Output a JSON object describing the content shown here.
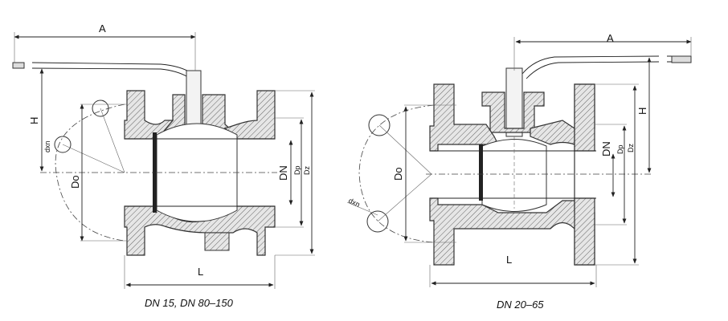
{
  "left_view": {
    "caption": "DN 15, DN 80–150",
    "labels": {
      "A": "A",
      "H": "H",
      "Do": "Do",
      "dxn": "dxn",
      "DN": "DN",
      "Dp": "Dp",
      "Dz": "Dz",
      "L": "L"
    }
  },
  "right_view": {
    "caption": "DN 20–65",
    "labels": {
      "A": "A",
      "H": "H",
      "Do": "Do",
      "dxn": "dxn",
      "DN": "DN",
      "Dp": "Dp",
      "Dz": "Dz",
      "L": "L"
    }
  }
}
